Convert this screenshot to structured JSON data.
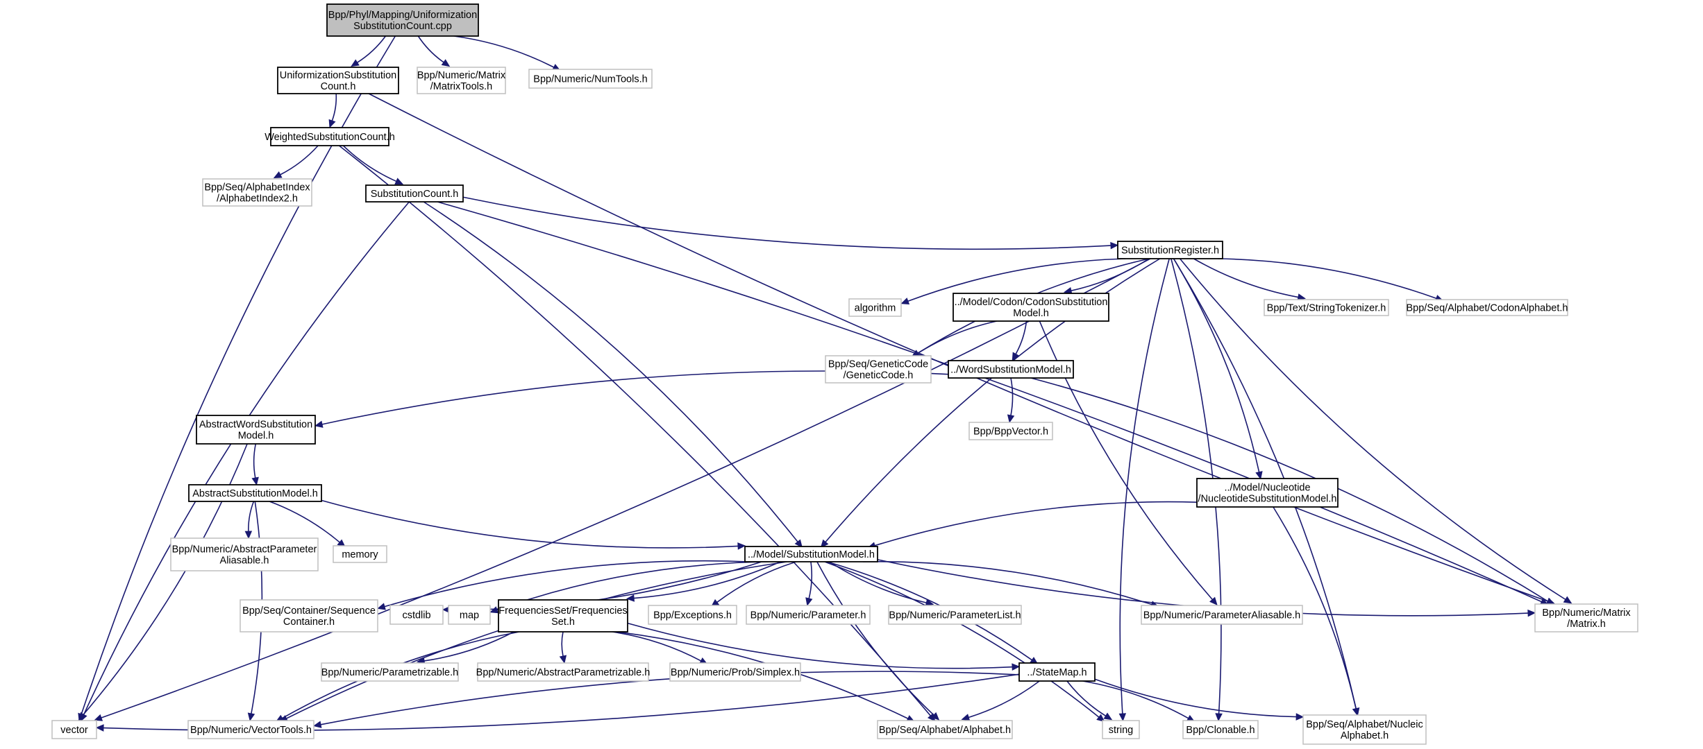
{
  "graph": {
    "title": "Include dependency graph for Bpp/Phyl/Mapping/UniformizationSubstitutionCount.cpp",
    "colors": {
      "edge": "#191970",
      "root_fill": "#bfbfbf",
      "local_border": "#000000",
      "external_border": "#bfbfbf"
    },
    "nodes": [
      {
        "id": "root",
        "kind": "root",
        "lines": [
          "Bpp/Phyl/Mapping/Uniformization",
          "SubstitutionCount.cpp"
        ]
      },
      {
        "id": "usc",
        "kind": "local",
        "lines": [
          "UniformizationSubstitution",
          "Count.h"
        ]
      },
      {
        "id": "matrixtools",
        "kind": "external",
        "lines": [
          "Bpp/Numeric/Matrix",
          "/MatrixTools.h"
        ]
      },
      {
        "id": "numtools",
        "kind": "external",
        "lines": [
          "Bpp/Numeric/NumTools.h"
        ]
      },
      {
        "id": "wsc",
        "kind": "local",
        "lines": [
          "WeightedSubstitutionCount.h"
        ]
      },
      {
        "id": "ai2",
        "kind": "external",
        "lines": [
          "Bpp/Seq/AlphabetIndex",
          "/AlphabetIndex2.h"
        ]
      },
      {
        "id": "sc",
        "kind": "local",
        "lines": [
          "SubstitutionCount.h"
        ]
      },
      {
        "id": "sr",
        "kind": "local",
        "lines": [
          "SubstitutionRegister.h"
        ]
      },
      {
        "id": "algorithm",
        "kind": "external",
        "lines": [
          "algorithm"
        ]
      },
      {
        "id": "csm",
        "kind": "local",
        "lines": [
          "../Model/Codon/CodonSubstitution",
          "Model.h"
        ]
      },
      {
        "id": "stok",
        "kind": "external",
        "lines": [
          "Bpp/Text/StringTokenizer.h"
        ]
      },
      {
        "id": "codonalpha",
        "kind": "external",
        "lines": [
          "Bpp/Seq/Alphabet/CodonAlphabet.h"
        ]
      },
      {
        "id": "gc",
        "kind": "external",
        "lines": [
          "Bpp/Seq/GeneticCode",
          "/GeneticCode.h"
        ]
      },
      {
        "id": "wsm",
        "kind": "local",
        "lines": [
          "../WordSubstitutionModel.h"
        ]
      },
      {
        "id": "bppvector",
        "kind": "external",
        "lines": [
          "Bpp/BppVector.h"
        ]
      },
      {
        "id": "awsm",
        "kind": "local",
        "lines": [
          "AbstractWordSubstitution",
          "Model.h"
        ]
      },
      {
        "id": "asm",
        "kind": "local",
        "lines": [
          "AbstractSubstitutionModel.h"
        ]
      },
      {
        "id": "apa",
        "kind": "external",
        "lines": [
          "Bpp/Numeric/AbstractParameter",
          "Aliasable.h"
        ]
      },
      {
        "id": "memory",
        "kind": "external",
        "lines": [
          "memory"
        ]
      },
      {
        "id": "nsm",
        "kind": "local",
        "lines": [
          "../Model/Nucleotide",
          "/NucleotideSubstitutionModel.h"
        ]
      },
      {
        "id": "sm",
        "kind": "local",
        "lines": [
          "../Model/SubstitutionModel.h"
        ]
      },
      {
        "id": "seqcont",
        "kind": "external",
        "lines": [
          "Bpp/Seq/Container/Sequence",
          "Container.h"
        ]
      },
      {
        "id": "cstdlib",
        "kind": "external",
        "lines": [
          "cstdlib"
        ]
      },
      {
        "id": "map",
        "kind": "external",
        "lines": [
          "map"
        ]
      },
      {
        "id": "fs",
        "kind": "local",
        "lines": [
          "FrequenciesSet/Frequencies",
          "Set.h"
        ]
      },
      {
        "id": "exceptions",
        "kind": "external",
        "lines": [
          "Bpp/Exceptions.h"
        ]
      },
      {
        "id": "parameter",
        "kind": "external",
        "lines": [
          "Bpp/Numeric/Parameter.h"
        ]
      },
      {
        "id": "paramlist",
        "kind": "external",
        "lines": [
          "Bpp/Numeric/ParameterList.h"
        ]
      },
      {
        "id": "paramalias",
        "kind": "external",
        "lines": [
          "Bpp/Numeric/ParameterAliasable.h"
        ]
      },
      {
        "id": "matrix",
        "kind": "external",
        "lines": [
          "Bpp/Numeric/Matrix",
          "/Matrix.h"
        ]
      },
      {
        "id": "parametrizable",
        "kind": "external",
        "lines": [
          "Bpp/Numeric/Parametrizable.h"
        ]
      },
      {
        "id": "absparametrizable",
        "kind": "external",
        "lines": [
          "Bpp/Numeric/AbstractParametrizable.h"
        ]
      },
      {
        "id": "simplex",
        "kind": "external",
        "lines": [
          "Bpp/Numeric/Prob/Simplex.h"
        ]
      },
      {
        "id": "statemap",
        "kind": "local",
        "lines": [
          "../StateMap.h"
        ]
      },
      {
        "id": "vector",
        "kind": "external",
        "lines": [
          "vector"
        ]
      },
      {
        "id": "vectortools",
        "kind": "external",
        "lines": [
          "Bpp/Numeric/VectorTools.h"
        ]
      },
      {
        "id": "alphabet",
        "kind": "external",
        "lines": [
          "Bpp/Seq/Alphabet/Alphabet.h"
        ]
      },
      {
        "id": "string",
        "kind": "external",
        "lines": [
          "string"
        ]
      },
      {
        "id": "clonable",
        "kind": "external",
        "lines": [
          "Bpp/Clonable.h"
        ]
      },
      {
        "id": "nucalpha",
        "kind": "external",
        "lines": [
          "Bpp/Seq/Alphabet/Nucleic",
          "Alphabet.h"
        ]
      }
    ],
    "edges": [
      [
        "root",
        "usc"
      ],
      [
        "root",
        "matrixtools"
      ],
      [
        "root",
        "numtools"
      ],
      [
        "root",
        "vector"
      ],
      [
        "usc",
        "wsc"
      ],
      [
        "usc",
        "matrix"
      ],
      [
        "wsc",
        "ai2"
      ],
      [
        "wsc",
        "sc"
      ],
      [
        "wsc",
        "alphabet"
      ],
      [
        "sc",
        "sr"
      ],
      [
        "sc",
        "sm"
      ],
      [
        "sc",
        "vector"
      ],
      [
        "sc",
        "matrix"
      ],
      [
        "sr",
        "algorithm"
      ],
      [
        "sr",
        "csm"
      ],
      [
        "sr",
        "stok"
      ],
      [
        "sr",
        "codonalpha"
      ],
      [
        "sr",
        "gc"
      ],
      [
        "sr",
        "vector"
      ],
      [
        "sr",
        "sm"
      ],
      [
        "sr",
        "nsm"
      ],
      [
        "sr",
        "string"
      ],
      [
        "sr",
        "clonable"
      ],
      [
        "sr",
        "matrix"
      ],
      [
        "sr",
        "nucalpha"
      ],
      [
        "csm",
        "gc"
      ],
      [
        "csm",
        "wsm"
      ],
      [
        "csm",
        "paramalias"
      ],
      [
        "wsm",
        "bppvector"
      ],
      [
        "wsm",
        "awsm"
      ],
      [
        "wsm",
        "matrix"
      ],
      [
        "awsm",
        "asm"
      ],
      [
        "awsm",
        "vector"
      ],
      [
        "asm",
        "apa"
      ],
      [
        "asm",
        "memory"
      ],
      [
        "asm",
        "sm"
      ],
      [
        "asm",
        "vectortools"
      ],
      [
        "nsm",
        "sm"
      ],
      [
        "nsm",
        "nucalpha"
      ],
      [
        "sm",
        "seqcont"
      ],
      [
        "sm",
        "cstdlib"
      ],
      [
        "sm",
        "map"
      ],
      [
        "sm",
        "fs"
      ],
      [
        "sm",
        "exceptions"
      ],
      [
        "sm",
        "parameter"
      ],
      [
        "sm",
        "paramlist"
      ],
      [
        "sm",
        "paramalias"
      ],
      [
        "sm",
        "matrix"
      ],
      [
        "sm",
        "statemap"
      ],
      [
        "sm",
        "alphabet"
      ],
      [
        "sm",
        "string"
      ],
      [
        "sm",
        "vectortools"
      ],
      [
        "fs",
        "parametrizable"
      ],
      [
        "fs",
        "absparametrizable"
      ],
      [
        "fs",
        "simplex"
      ],
      [
        "fs",
        "statemap"
      ],
      [
        "fs",
        "alphabet"
      ],
      [
        "fs",
        "vectortools"
      ],
      [
        "statemap",
        "vector"
      ],
      [
        "statemap",
        "vectortools"
      ],
      [
        "statemap",
        "alphabet"
      ],
      [
        "statemap",
        "string"
      ],
      [
        "statemap",
        "clonable"
      ],
      [
        "statemap",
        "nucalpha"
      ]
    ]
  }
}
